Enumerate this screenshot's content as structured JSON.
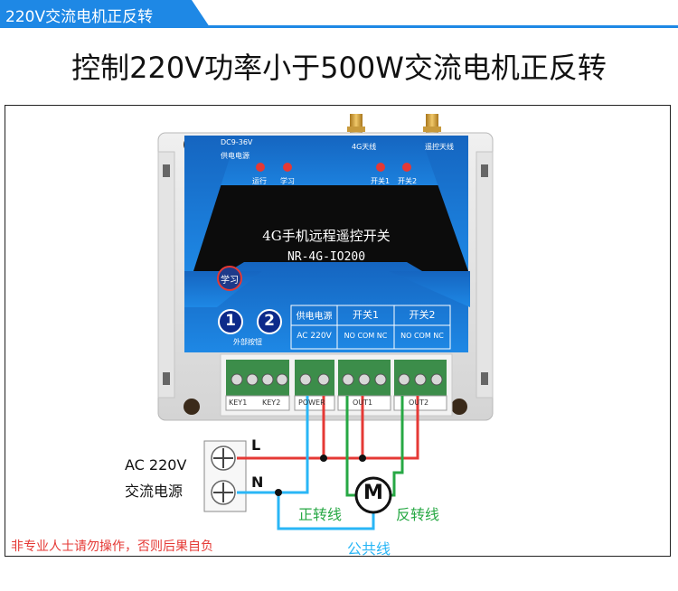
{
  "header": {
    "tab_label": "220V交流电机正反转"
  },
  "page_title": "控制220V功率小于500W交流电机正反转",
  "device": {
    "power_label_top": "DC9-36V",
    "power_label": "供电电源",
    "antenna_4g": "4G天线",
    "antenna_remote": "遥控天线",
    "led_run": "运行",
    "led_learn": "学习",
    "led_sw1": "开关1",
    "led_sw2": "开关2",
    "name": "4G手机远程遥控开关",
    "model": "NR-4G-IO200",
    "learn_button": "学习",
    "button1": "1",
    "button2": "2",
    "external_buttons": "外部按钮",
    "table": {
      "col_power": "供电电源",
      "col_sw1": "开关1",
      "col_sw2": "开关2",
      "val_power": "AC 220V",
      "val_sw1": "NO COM NC",
      "val_sw2": "NO COM NC"
    },
    "terminal_key1": "KEY1",
    "terminal_key2": "KEY2",
    "terminal_power": "POWER",
    "terminal_out1": "OUT1",
    "terminal_out2": "OUT2"
  },
  "wiring": {
    "source_line1": "AC  220V",
    "source_line2": "交流电源",
    "line_L": "L",
    "line_N": "N",
    "motor": "M",
    "forward": "正转线",
    "reverse": "反转线",
    "common": "公共线",
    "warning": "非专业人士请勿操作，否则后果自负",
    "colors": {
      "live": "#e53935",
      "neutral": "#29b6f6",
      "switch": "#27a844",
      "warning": "#e53935"
    }
  }
}
